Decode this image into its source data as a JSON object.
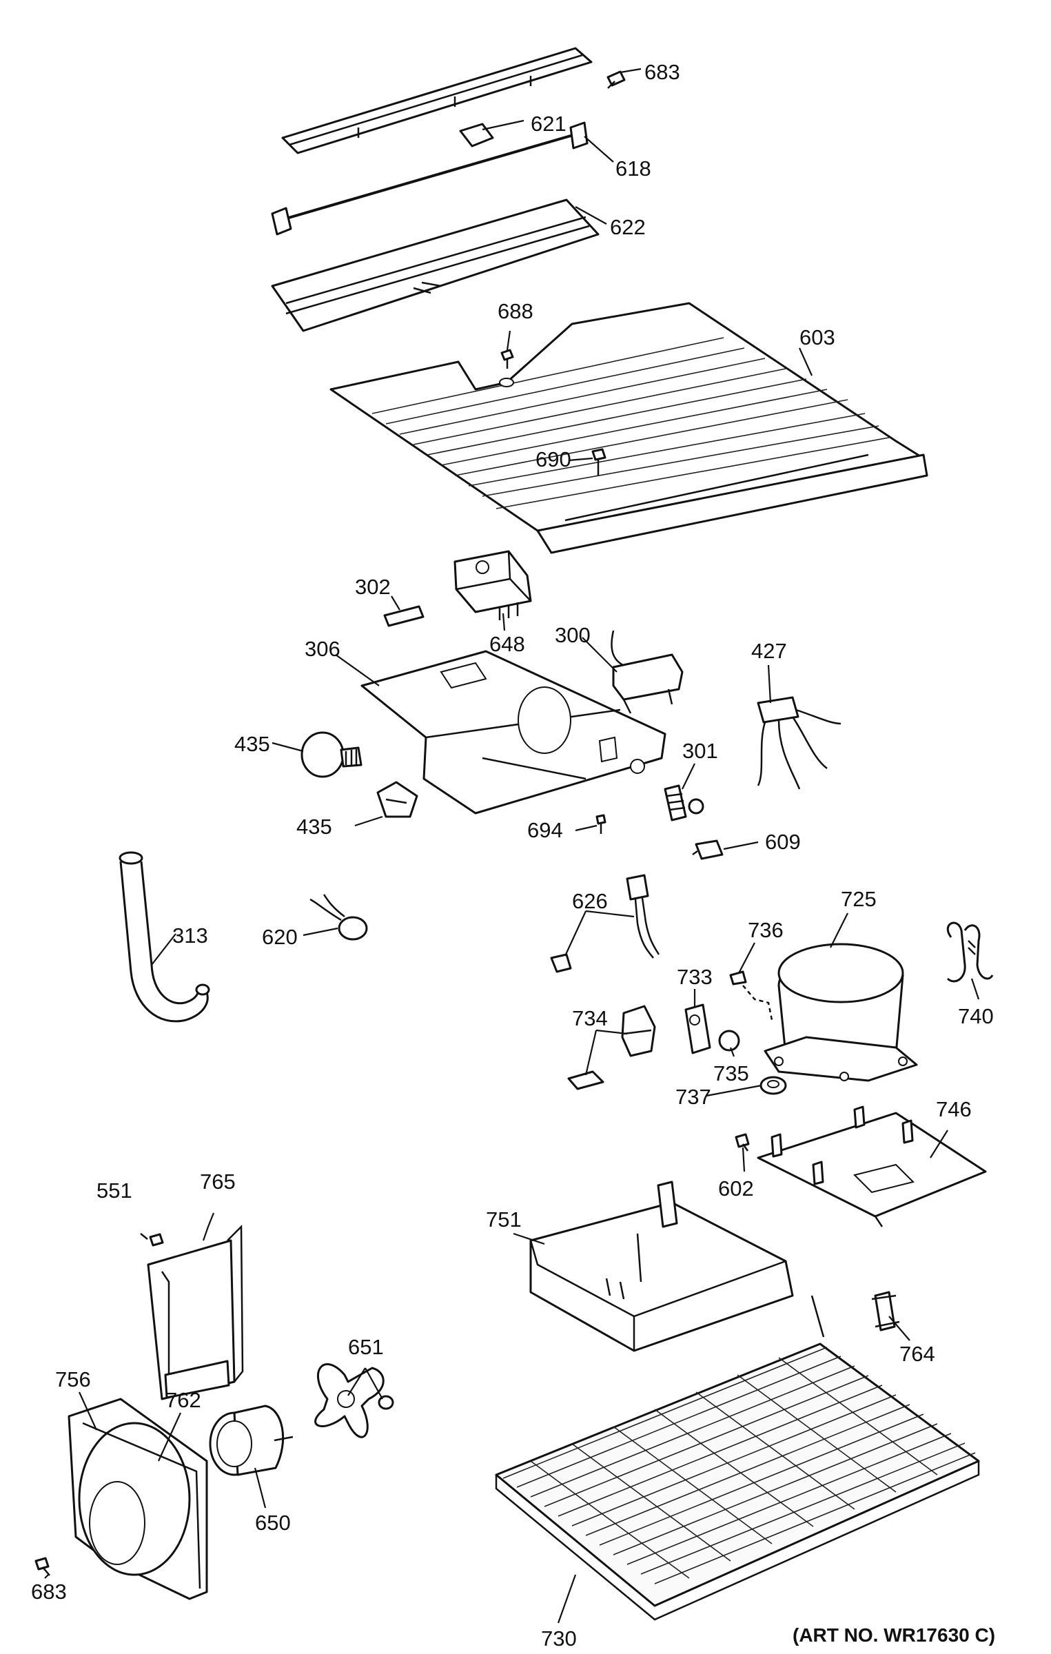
{
  "diagram": {
    "art_number": "(ART NO. WR17630 C)",
    "callouts": {
      "c683a": "683",
      "c621": "621",
      "c618": "618",
      "c622": "622",
      "c688": "688",
      "c603": "603",
      "c690": "690",
      "c302": "302",
      "c648": "648",
      "c306": "306",
      "c300": "300",
      "c427": "427",
      "c435a": "435",
      "c435b": "435",
      "c301": "301",
      "c694": "694",
      "c609": "609",
      "c313": "313",
      "c620": "620",
      "c626": "626",
      "c736": "736",
      "c725": "725",
      "c733": "733",
      "c734": "734",
      "c740": "740",
      "c735": "735",
      "c737": "737",
      "c746": "746",
      "c551": "551",
      "c765": "765",
      "c751": "751",
      "c602": "602",
      "c764": "764",
      "c651": "651",
      "c756": "756",
      "c762": "762",
      "c650": "650",
      "c683b": "683",
      "c730": "730"
    }
  }
}
